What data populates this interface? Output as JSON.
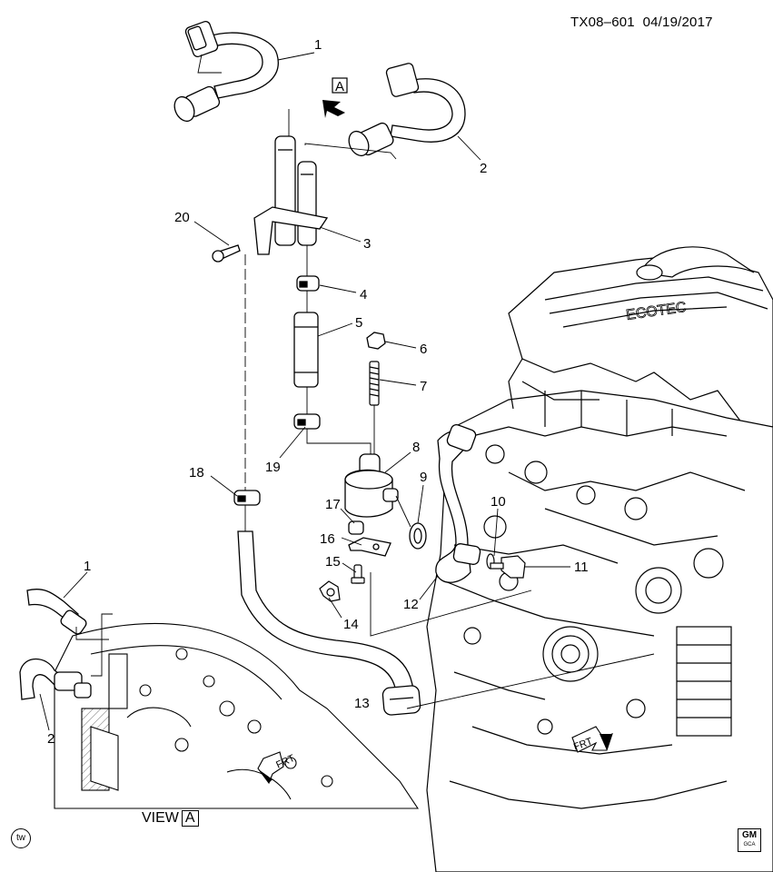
{
  "header": {
    "drawing_id": "TX08–601",
    "date": "04/19/2017"
  },
  "view": {
    "label": "VIEW",
    "letter": "A"
  },
  "view_arrow_letter": "A",
  "front_label": "FRT",
  "tw_badge": "tw",
  "gm_logo": {
    "brand": "GM",
    "sub": "GCA"
  },
  "callouts": [
    "1",
    "2",
    "3",
    "4",
    "5",
    "6",
    "7",
    "8",
    "9",
    "10",
    "11",
    "12",
    "13",
    "14",
    "15",
    "16",
    "17",
    "18",
    "19",
    "20",
    "1",
    "2"
  ]
}
